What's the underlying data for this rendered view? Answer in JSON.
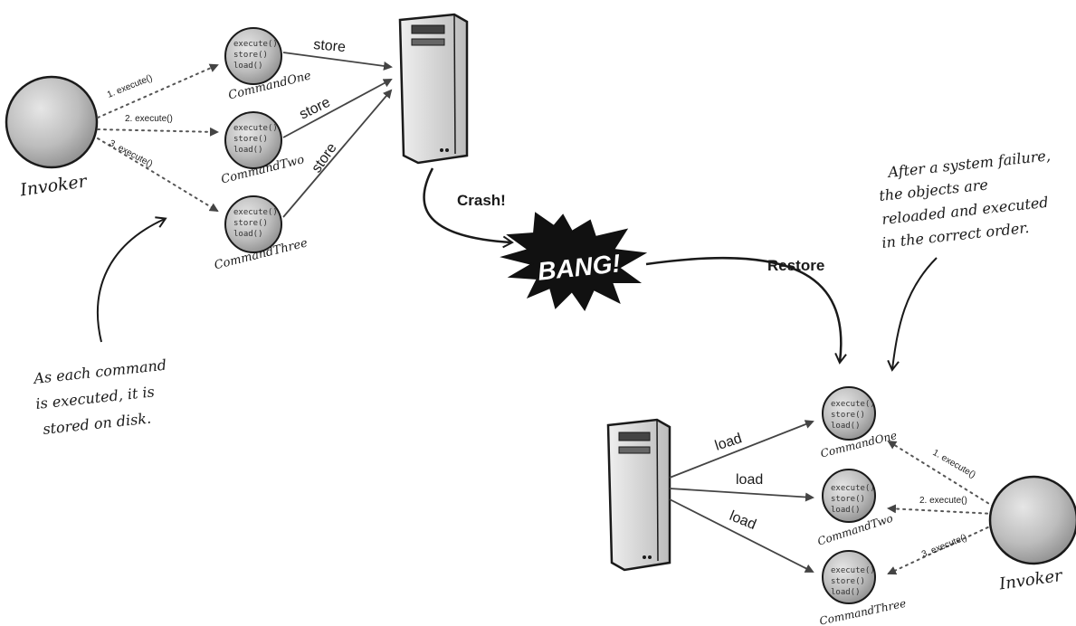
{
  "colors": {
    "ink": "#1a1a1a",
    "arrow": "#444444",
    "dotted": "#555555",
    "sphere": "#bdbdbd",
    "sphere_dark": "#8f8f8f",
    "server": "#d8d8d8",
    "bang_fill": "#111111",
    "bang_text": "#ffffff"
  },
  "invoker_top": {
    "label": "Invoker"
  },
  "invoker_bottom": {
    "label": "Invoker"
  },
  "calls_top": [
    "1. execute()",
    "2. execute()",
    "3. execute()"
  ],
  "calls_bottom": [
    "1. execute()",
    "2. execute()",
    "3. execute()"
  ],
  "commands_top": [
    {
      "name": "CommandOne",
      "methods": [
        "execute()",
        "store()",
        "load()"
      ]
    },
    {
      "name": "CommandTwo",
      "methods": [
        "execute()",
        "store()",
        "load()"
      ]
    },
    {
      "name": "CommandThree",
      "methods": [
        "execute()",
        "store()",
        "load()"
      ]
    }
  ],
  "commands_bottom": [
    {
      "name": "CommandOne",
      "methods": [
        "execute()",
        "store()",
        "load()"
      ]
    },
    {
      "name": "CommandTwo",
      "methods": [
        "execute()",
        "store()",
        "load()"
      ]
    },
    {
      "name": "CommandThree",
      "methods": [
        "execute()",
        "store()",
        "load()"
      ]
    }
  ],
  "store_labels": [
    "store",
    "store",
    "store"
  ],
  "load_labels": [
    "load",
    "load",
    "load"
  ],
  "crash_label": "Crash!",
  "restore_label": "Restore",
  "bang_text": "BANG!",
  "note_left": [
    "As each command",
    "is executed, it is",
    "stored on disk."
  ],
  "note_right": [
    "After a system failure,",
    "the objects are",
    "reloaded and executed",
    "in the correct order."
  ]
}
